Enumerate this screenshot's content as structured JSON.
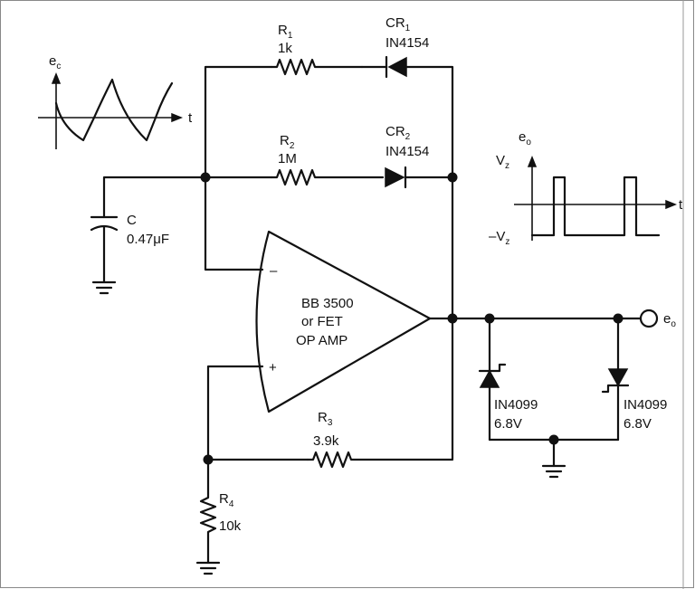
{
  "components": {
    "r1": {
      "name": "R",
      "sub": "1",
      "value": "1k"
    },
    "r2": {
      "name": "R",
      "sub": "2",
      "value": "1M"
    },
    "r3": {
      "name": "R",
      "sub": "3",
      "value": "3.9k"
    },
    "r4": {
      "name": "R",
      "sub": "4",
      "value": "10k"
    },
    "cr1": {
      "name": "CR",
      "sub": "1",
      "part": "IN4154"
    },
    "cr2": {
      "name": "CR",
      "sub": "2",
      "part": "IN4154"
    },
    "cap": {
      "name": "C",
      "value": "0.47μF"
    },
    "opamp": {
      "line1": "BB 3500",
      "line2": "or FET",
      "line3": "OP AMP",
      "minus": "–",
      "plus": "+"
    },
    "z1": {
      "part": "IN4099",
      "voltage": "6.8V"
    },
    "z2": {
      "part": "IN4099",
      "voltage": "6.8V"
    }
  },
  "graphs": {
    "ec": {
      "label": "e",
      "sub": "c",
      "axis": "t"
    },
    "eo": {
      "label": "e",
      "sub": "o",
      "axis": "t",
      "vpos": "V",
      "vpos_sub": "z",
      "vneg": "–V",
      "vneg_sub": "z"
    }
  },
  "output": {
    "label": "e",
    "sub": "o"
  }
}
